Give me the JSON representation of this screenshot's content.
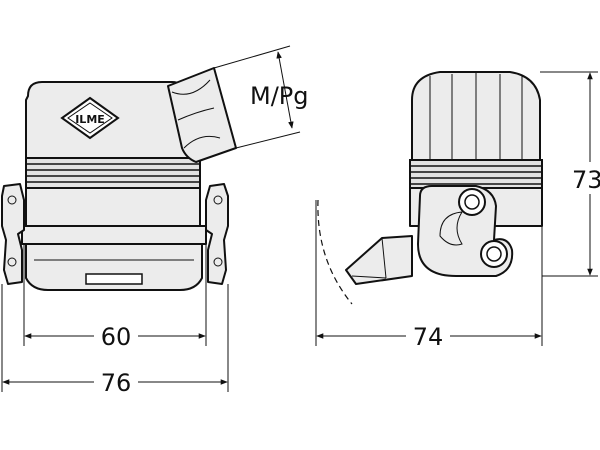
{
  "drawing": {
    "logo_text": "ILME",
    "labels": {
      "cable_entry": "M/Pg",
      "dim_width_inner": "60",
      "dim_width_overall": "76",
      "dim_depth": "74",
      "dim_height": "73"
    }
  },
  "colors": {
    "ink": "#111111",
    "body_fill": "#ececec",
    "background": "#ffffff"
  }
}
